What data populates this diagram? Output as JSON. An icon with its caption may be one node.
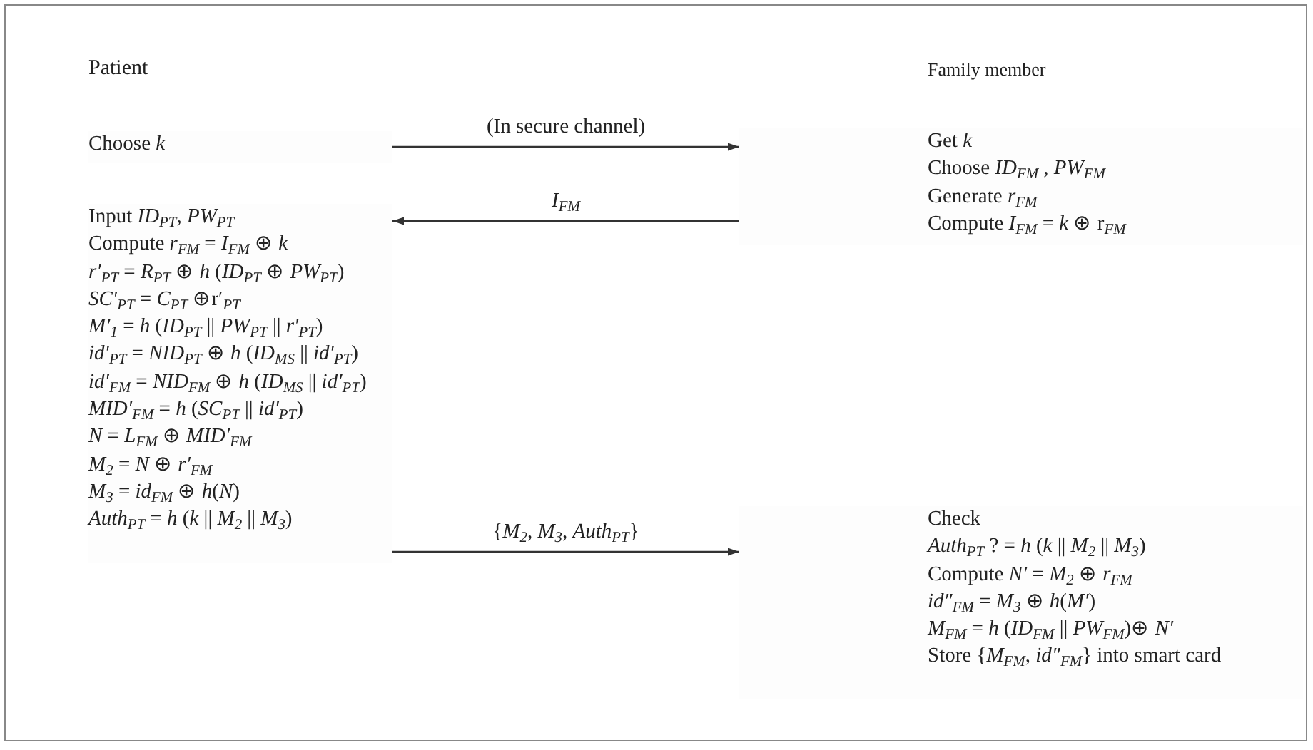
{
  "diagram": {
    "nodes": [
      {
        "text": [
          "Choose *k*"
        ]
      },
      {
        "text": [
          "Get *k*",
          "Choose *ID*$_{FM}$ , *PW*$_{FM}$",
          "Generate *r*$_{FM}$",
          "Compute *I*$_{FM}$ = *k* ⊕ r$_{FM}$"
        ]
      },
      {
        "text": [
          "Input *ID*$_{PT}$, *PW*$_{PT}$",
          "Compute *r*$_{FM}$ = *I*$_{FM}$ ⊕ *k*",
          "*r′*$_{PT}$ = *R*$_{PT}$ ⊕ *h* (*ID*$_{PT}$ ⊕ *PW*$_{PT}$)",
          "*SC′*$_{PT}$ = *C*$_{PT}$ ⊕r′$_{PT}$",
          "*M′*$_{1}$ = *h* (*ID*$_{PT}$ || *PW*$_{PT}$ || *r′*$_{PT}$)",
          "*id′*$_{PT}$ = *NID*$_{PT}$ ⊕ *h* (*ID*$_{MS}$ || *id′*$_{PT}$)",
          "*id′*$_{FM}$ = *NID*$_{FM}$ ⊕ *h* (*ID*$_{MS}$ || *id′*$_{PT}$)",
          "*MID′*$_{FM}$ = *h* (*SC*$_{PT}$ || *id′*$_{PT}$)",
          "*N* = *L*$_{FM}$ ⊕ *MID′*$_{FM}$",
          "*M*$_{2}$ = *N* ⊕ *r′*$_{FM}$",
          "*M*$_{3}$ = *id*$_{FM}$ ⊕ *h*(*N*)",
          "*Auth*$_{PT}$ = *h* (*k* || *M*$_{2}$ || *M*$_{3}$)"
        ]
      },
      {
        "text": [
          "Check",
          "*Auth*$_{PT}$ ? = *h* (*k* || *M*$_{2}$ || *M*$_{3}$)",
          "Compute *N′* = *M*$_{2}$ ⊕ *r*$_{FM}$",
          "*id″*$_{FM}$ = *M*$_{3}$ ⊕ *h*(*M′*)",
          "*M*$_{FM}$ = *h* (*ID*$_{FM}$ || *PW*$_{FM}$)⊕ *N′*",
          "Store {*M*$_{FM}$, *id″*$_{FM}$} into smart card"
        ]
      }
    ],
    "edges": [
      {
        "from": 0,
        "to": 1,
        "arrow": "to",
        "label": "(In secure channel)"
      },
      {
        "from": 1,
        "to": 2,
        "arrow": "to",
        "label": "*I*$_{FM}$"
      },
      {
        "from": 2,
        "to": 3,
        "arrow": "to",
        "label": "{*M*$_{2}$, *M*$_{3}$, *Auth*$_{PT}$}"
      }
    ],
    "labels": [
      "Patient",
      "Family member"
    ]
  }
}
